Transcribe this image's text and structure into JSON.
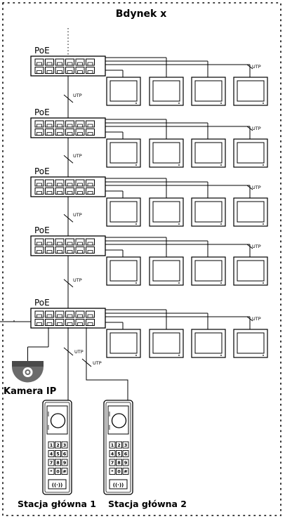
{
  "building_label": "Bdynek x",
  "switch_label": "PoE",
  "cable_label": "UTP",
  "camera_label": "Kamera IP",
  "stations": [
    {
      "label": "Stacja główna 1"
    },
    {
      "label": "Stacja główna 2"
    }
  ],
  "switch_count": 5,
  "monitors_per_switch": 4,
  "keypad_keys": [
    "1",
    "2",
    "3",
    "4",
    "5",
    "6",
    "7",
    "8",
    "9",
    "*",
    "0",
    "#"
  ]
}
